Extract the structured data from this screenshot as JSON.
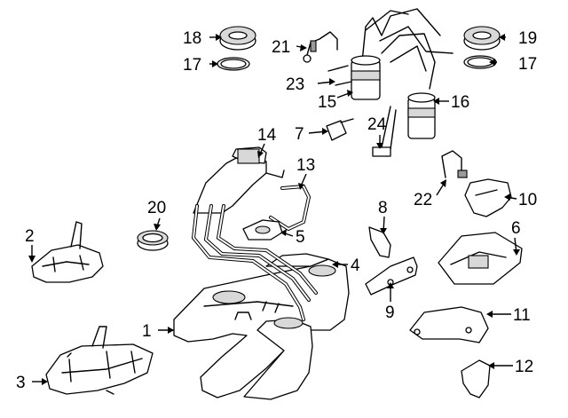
{
  "callouts": [
    {
      "id": "c1",
      "label": "1"
    },
    {
      "id": "c2",
      "label": "2"
    },
    {
      "id": "c3",
      "label": "3"
    },
    {
      "id": "c4",
      "label": "4"
    },
    {
      "id": "c5",
      "label": "5"
    },
    {
      "id": "c6",
      "label": "6"
    },
    {
      "id": "c7",
      "label": "7"
    },
    {
      "id": "c8",
      "label": "8"
    },
    {
      "id": "c9",
      "label": "9"
    },
    {
      "id": "c10",
      "label": "10"
    },
    {
      "id": "c11",
      "label": "11"
    },
    {
      "id": "c12",
      "label": "12"
    },
    {
      "id": "c13",
      "label": "13"
    },
    {
      "id": "c14",
      "label": "14"
    },
    {
      "id": "c15",
      "label": "15"
    },
    {
      "id": "c16",
      "label": "16"
    },
    {
      "id": "c17a",
      "label": "17"
    },
    {
      "id": "c17b",
      "label": "17"
    },
    {
      "id": "c18",
      "label": "18"
    },
    {
      "id": "c19",
      "label": "19"
    },
    {
      "id": "c20",
      "label": "20"
    },
    {
      "id": "c21",
      "label": "21"
    },
    {
      "id": "c22",
      "label": "22"
    },
    {
      "id": "c23",
      "label": "23"
    },
    {
      "id": "c24",
      "label": "24"
    }
  ]
}
